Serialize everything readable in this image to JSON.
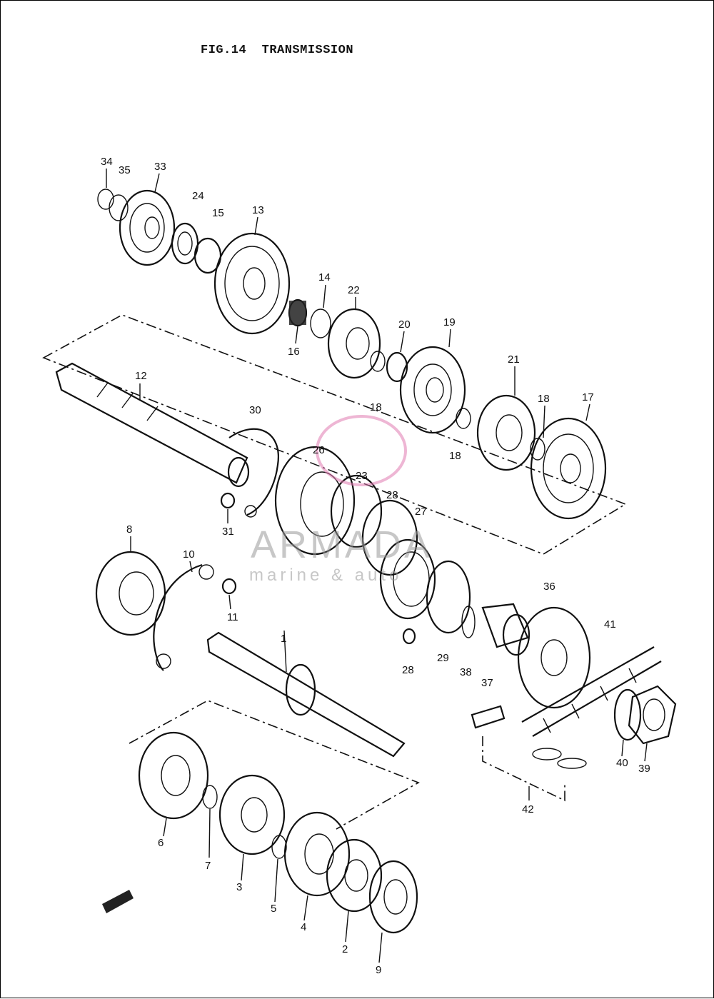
{
  "title": "FIG.14  TRANSMISSION",
  "watermark": {
    "brand": "ARMADA",
    "tagline": "marine & auto",
    "color": "#e07ab0"
  },
  "part_labels": [
    "1",
    "2",
    "3",
    "4",
    "5",
    "6",
    "7",
    "8",
    "9",
    "10",
    "11",
    "12",
    "13",
    "14",
    "15",
    "16",
    "17",
    "18",
    "18",
    "18",
    "19",
    "20",
    "21",
    "22",
    "23",
    "24",
    "26",
    "27",
    "28",
    "28",
    "29",
    "29",
    "30",
    "31",
    "33",
    "34",
    "35",
    "36",
    "37",
    "38",
    "39",
    "40",
    "41",
    "42"
  ]
}
